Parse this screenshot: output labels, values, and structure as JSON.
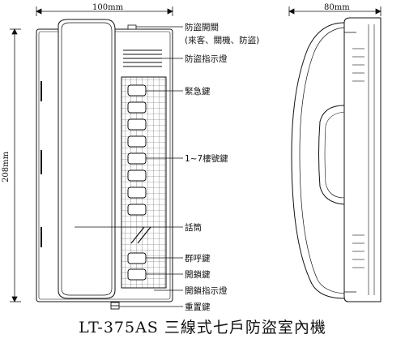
{
  "title": "LT-375AS 三線式七戶防盜室內機",
  "dimensions": {
    "front_width": "100mm",
    "side_width": "80mm",
    "height": "208mm"
  },
  "labels": {
    "alarm_switch_1": "防盜開關",
    "alarm_switch_2": "(來客、關機、防盜)",
    "alarm_indicator": "防盜指示燈",
    "emergency_key": "緊急鍵",
    "floor_keys": "1~7樓號鍵",
    "handset": "話筒",
    "group_call_key": "群呼鍵",
    "unlock_key": "開鎖鍵",
    "unlock_indicator": "開鎖指示燈",
    "reset_key": "重置鍵"
  }
}
